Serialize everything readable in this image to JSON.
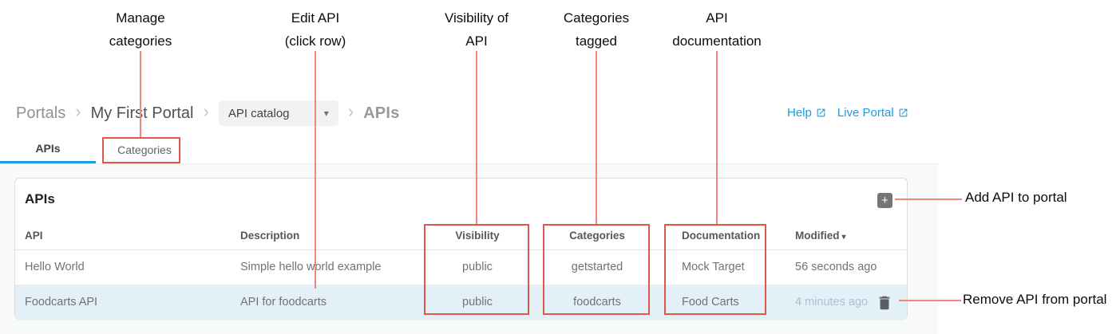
{
  "annotations": {
    "top": [
      {
        "line1": "Manage",
        "line2": "categories"
      },
      {
        "line1": "Edit API",
        "line2": "(click row)"
      },
      {
        "line1": "Visibility of",
        "line2": "API"
      },
      {
        "line1": "Categories",
        "line2": "tagged"
      },
      {
        "line1": "API",
        "line2": "documentation"
      }
    ],
    "add_api": "Add API to portal",
    "remove_api": "Remove API from portal",
    "box_color": "#e1584a",
    "line_color": "#f0877b"
  },
  "breadcrumb": {
    "root": "Portals",
    "portal": "My First Portal",
    "chevron": "›",
    "dropdown": {
      "value": "API catalog",
      "caret": "▾"
    },
    "current": "APIs"
  },
  "header_links": {
    "help": "Help",
    "live_portal": "Live Portal",
    "link_color": "#1a9be2"
  },
  "tabs": {
    "apis": "APIs",
    "categories": "Categories",
    "active_tab": "APIs",
    "underline_color": "#1e9ce0"
  },
  "panel": {
    "title": "APIs",
    "add_button": "+",
    "columns": {
      "api": "API",
      "description": "Description",
      "visibility": "Visibility",
      "categories": "Categories",
      "documentation": "Documentation",
      "modified": "Modified",
      "sort_caret": "▾"
    },
    "rows": [
      {
        "api": "Hello World",
        "description": "Simple hello world example",
        "visibility": "public",
        "categories": "getstarted",
        "documentation": "Mock Target",
        "modified": "56 seconds ago",
        "selected": false
      },
      {
        "api": "Foodcarts API",
        "description": "API for foodcarts",
        "visibility": "public",
        "categories": "foodcarts",
        "documentation": "Food Carts",
        "modified": "4 minutes ago",
        "selected": true
      }
    ]
  },
  "colors": {
    "selected_row_bg": "#e4f0f7",
    "content_bg": "#f8f9f9",
    "card_border": "#dcdddd"
  }
}
